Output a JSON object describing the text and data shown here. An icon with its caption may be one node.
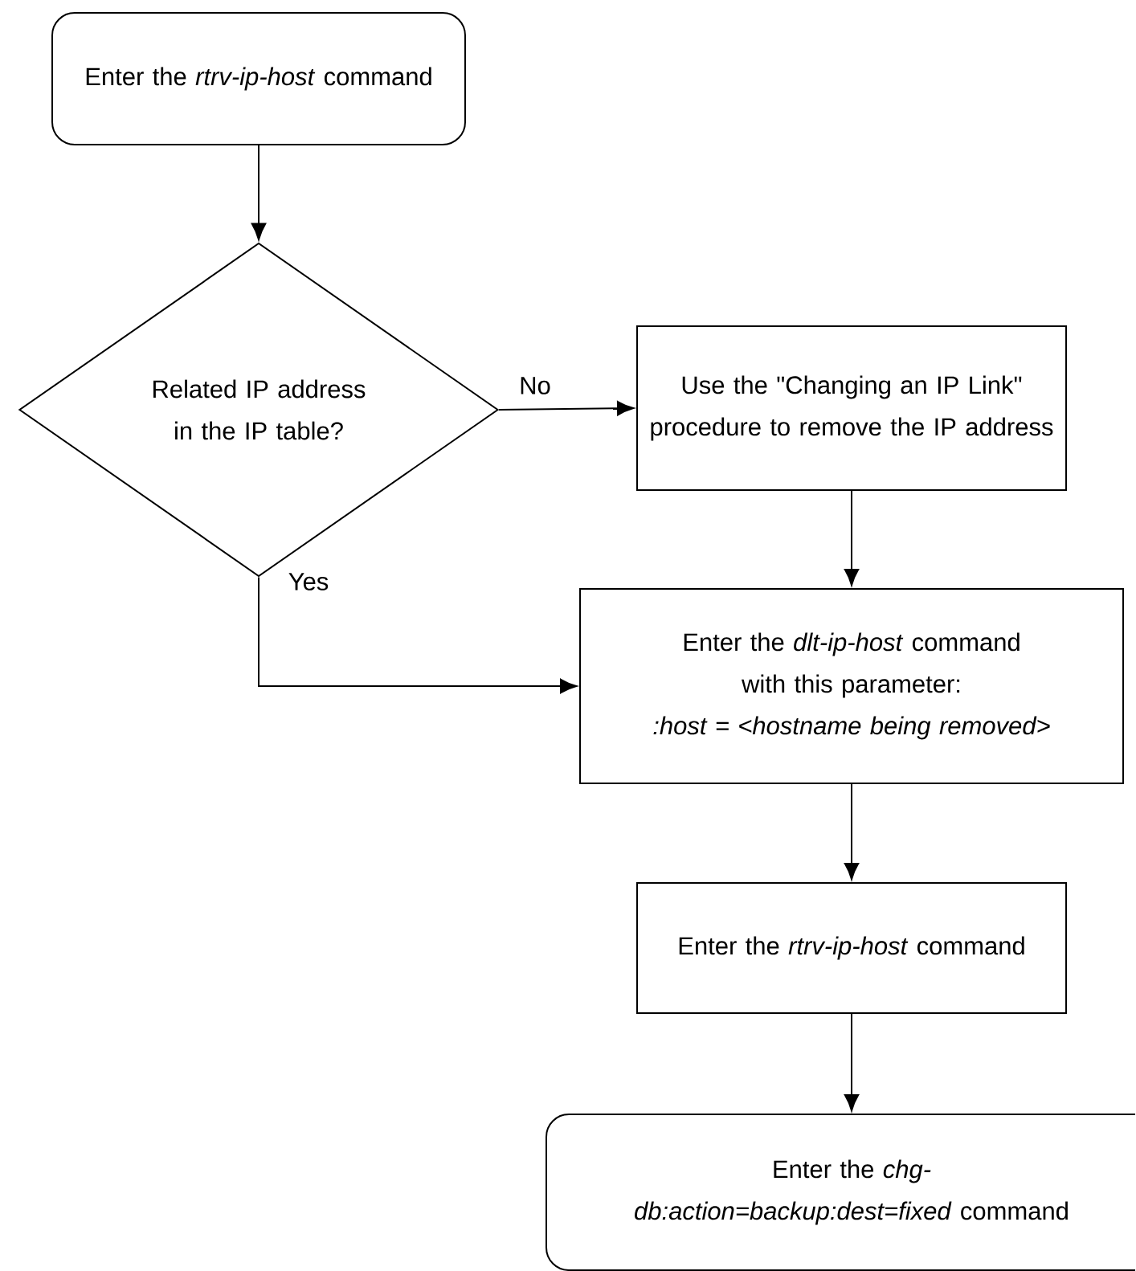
{
  "diagram": {
    "nodes": [
      {
        "text": [
          "Enter the *rtrv-ip-host* command"
        ]
      },
      {
        "text": [
          "Related IP address in the IP table?"
        ]
      },
      {
        "text": [
          "Use the \"Changing an IP Link\" procedure to remove the IP address"
        ]
      },
      {
        "text": [
          "Enter the *dlt-ip-host* command with this parameter:",
          ":host = <hostname being removed>"
        ]
      },
      {
        "text": [
          "Enter the *rtrv-ip-host* command"
        ]
      },
      {
        "text": [
          "Enter the *chg-db:action=backup:dest=fixed* command"
        ]
      }
    ],
    "edges": [
      {
        "from": 0,
        "to": 1,
        "arrow": "to"
      },
      {
        "from": 1,
        "to": 2,
        "arrow": "to",
        "label": "No"
      },
      {
        "from": 1,
        "to": 3,
        "arrow": "to",
        "label": "Yes"
      },
      {
        "from": 2,
        "to": 3,
        "arrow": "to"
      },
      {
        "from": 3,
        "to": 4,
        "arrow": "to"
      },
      {
        "from": 4,
        "to": 5,
        "arrow": "to"
      }
    ]
  }
}
